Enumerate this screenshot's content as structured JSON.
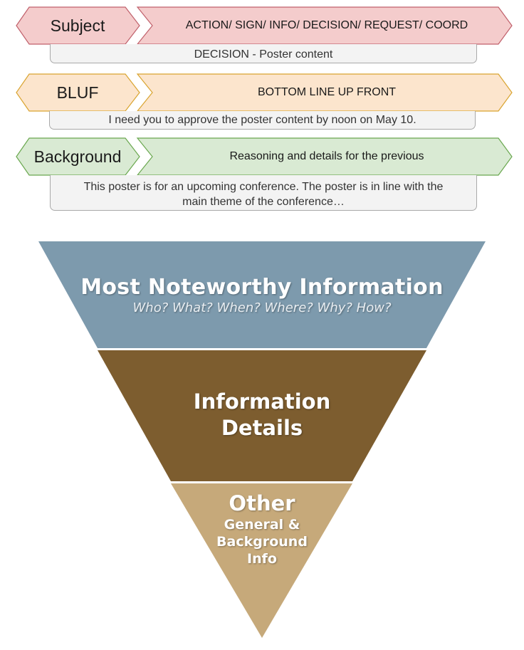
{
  "colors": {
    "subject_fill": "#f4cccc",
    "subject_stroke": "#c0606b",
    "bluf_fill": "#fce5cd",
    "bluf_stroke": "#d9a430",
    "background_fill": "#d9ead3",
    "background_stroke": "#6aa84f",
    "note_fill": "#f3f3f3",
    "tier1": "#7d9aad",
    "tier2": "#7d5d2f",
    "tier3": "#c6a97a"
  },
  "rows": [
    {
      "label": "Subject",
      "description": "ACTION/ SIGN/ INFO/ DECISION/ REQUEST/ COORD",
      "note": "DECISION - Poster content"
    },
    {
      "label": "BLUF",
      "description": "BOTTOM LINE UP FRONT",
      "note": "I need you to approve the poster content by noon on May 10."
    },
    {
      "label": "Background",
      "description": "Reasoning and details for the previous",
      "note": "This poster is for an upcoming conference. The poster is in line with the main theme of the conference…"
    }
  ],
  "pyramid": {
    "tiers": [
      {
        "title": "Most Noteworthy Information",
        "subtitle": "Who? What? When? Where? Why? How?"
      },
      {
        "title_line1": "Information",
        "title_line2": "Details"
      },
      {
        "title": "Other",
        "sub_line1": "General &",
        "sub_line2": "Background",
        "sub_line3": "Info"
      }
    ]
  }
}
